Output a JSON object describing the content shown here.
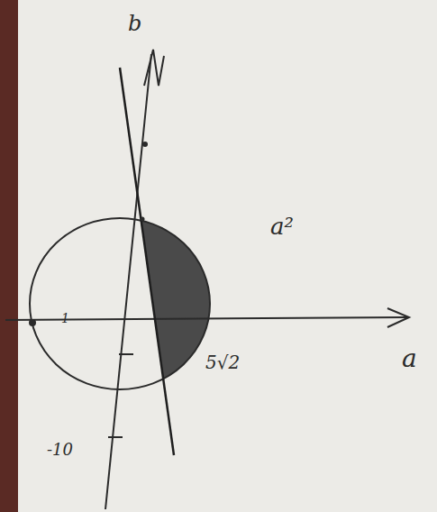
{
  "diagram": {
    "labels": [
      "b",
      "1",
      "a²",
      "5√2",
      "-10",
      "a"
    ]
  }
}
